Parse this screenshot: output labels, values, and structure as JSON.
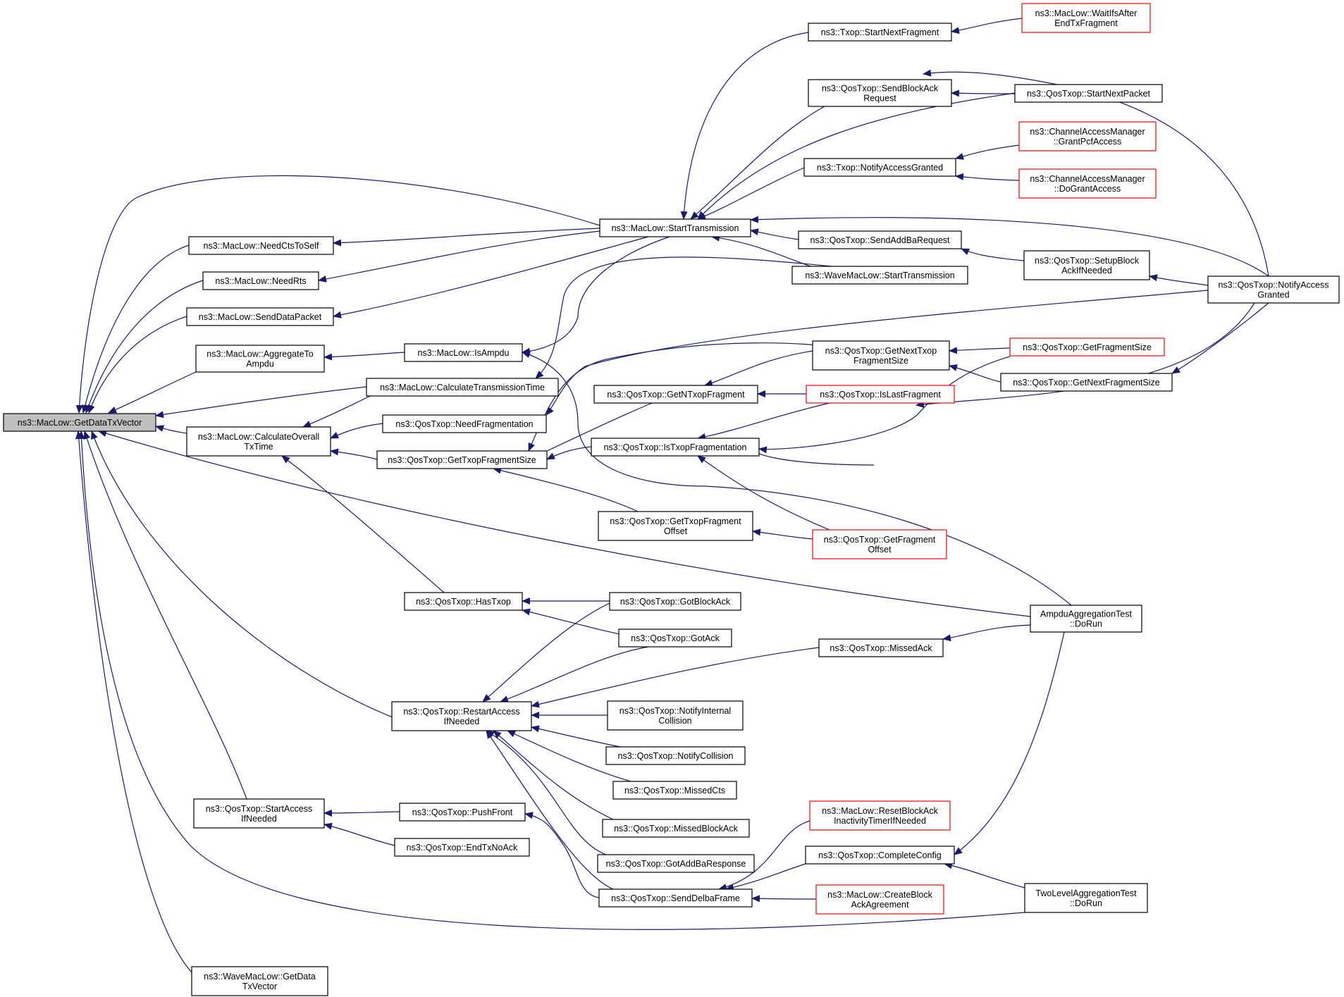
{
  "colors": {
    "edge": "#191970",
    "node_border": "#000000",
    "node_border_red": "#ff0000",
    "root_fill": "#bfbfbf",
    "node_fill": "#ffffff",
    "text": "#000000"
  },
  "nodes": [
    {
      "id": "n_root",
      "lines": [
        "ns3::MacLow::GetDataTxVector"
      ],
      "root": true
    },
    {
      "id": "n_needcts",
      "lines": [
        "ns3::MacLow::NeedCtsToSelf"
      ]
    },
    {
      "id": "n_needrts",
      "lines": [
        "ns3::MacLow::NeedRts"
      ]
    },
    {
      "id": "n_senddata",
      "lines": [
        "ns3::MacLow::SendDataPacket"
      ]
    },
    {
      "id": "n_aggregate",
      "lines": [
        "ns3::MacLow::AggregateTo",
        "Ampdu"
      ]
    },
    {
      "id": "n_calcoverall",
      "lines": [
        "ns3::MacLow::CalculateOverall",
        "TxTime"
      ]
    },
    {
      "id": "n_startaccess",
      "lines": [
        "ns3::QosTxop::StartAccess",
        "IfNeeded"
      ]
    },
    {
      "id": "n_wavegetdata",
      "lines": [
        "ns3::WaveMacLow::GetData",
        "TxVector"
      ]
    },
    {
      "id": "n_isampdu",
      "lines": [
        "ns3::MacLow::IsAmpdu"
      ]
    },
    {
      "id": "n_calctrans",
      "lines": [
        "ns3::MacLow::CalculateTransmissionTime"
      ]
    },
    {
      "id": "n_needfrag",
      "lines": [
        "ns3::QosTxop::NeedFragmentation"
      ]
    },
    {
      "id": "n_gettxopfragsize",
      "lines": [
        "ns3::QosTxop::GetTxopFragmentSize"
      ]
    },
    {
      "id": "n_hastxop",
      "lines": [
        "ns3::QosTxop::HasTxop"
      ]
    },
    {
      "id": "n_restart",
      "lines": [
        "ns3::QosTxop::RestartAccess",
        "IfNeeded"
      ]
    },
    {
      "id": "n_pushfront",
      "lines": [
        "ns3::QosTxop::PushFront"
      ]
    },
    {
      "id": "n_endtxnoack",
      "lines": [
        "ns3::QosTxop::EndTxNoAck"
      ]
    },
    {
      "id": "n_starttx",
      "lines": [
        "ns3::MacLow::StartTransmission"
      ]
    },
    {
      "id": "n_getntxopfrag",
      "lines": [
        "ns3::QosTxop::GetNTxopFragment"
      ]
    },
    {
      "id": "n_istxopfrag",
      "lines": [
        "ns3::QosTxop::IsTxopFragmentation"
      ]
    },
    {
      "id": "n_gettxopfragoffset",
      "lines": [
        "ns3::QosTxop::GetTxopFragment",
        "Offset"
      ]
    },
    {
      "id": "n_gotblockack",
      "lines": [
        "ns3::QosTxop::GotBlockAck"
      ]
    },
    {
      "id": "n_gotack",
      "lines": [
        "ns3::QosTxop::GotAck"
      ]
    },
    {
      "id": "n_notifyinternal",
      "lines": [
        "ns3::QosTxop::NotifyInternal",
        "Collision"
      ]
    },
    {
      "id": "n_notifycollision",
      "lines": [
        "ns3::QosTxop::NotifyCollision"
      ]
    },
    {
      "id": "n_missedcts",
      "lines": [
        "ns3::QosTxop::MissedCts"
      ]
    },
    {
      "id": "n_missedblockack",
      "lines": [
        "ns3::QosTxop::MissedBlockAck"
      ]
    },
    {
      "id": "n_gotaddba",
      "lines": [
        "ns3::QosTxop::GotAddBaResponse"
      ]
    },
    {
      "id": "n_senddelba",
      "lines": [
        "ns3::QosTxop::SendDelbaFrame"
      ]
    },
    {
      "id": "n_txopstartnextfrag",
      "lines": [
        "ns3::Txop::StartNextFragment"
      ]
    },
    {
      "id": "n_sendblockackreq",
      "lines": [
        "ns3::QosTxop::SendBlockAck",
        "Request"
      ]
    },
    {
      "id": "n_txopnotifyaccess",
      "lines": [
        "ns3::Txop::NotifyAccessGranted"
      ]
    },
    {
      "id": "n_sendaddba",
      "lines": [
        "ns3::QosTxop::SendAddBaRequest"
      ]
    },
    {
      "id": "n_wavestarttx",
      "lines": [
        "ns3::WaveMacLow::StartTransmission"
      ]
    },
    {
      "id": "n_getnexttxopfrag",
      "lines": [
        "ns3::QosTxop::GetNextTxop",
        "FragmentSize"
      ]
    },
    {
      "id": "n_islastfrag",
      "lines": [
        "ns3::QosTxop::IsLastFragment"
      ],
      "red": true
    },
    {
      "id": "n_getfragoffset",
      "lines": [
        "ns3::QosTxop::GetFragment",
        "Offset"
      ],
      "red": true
    },
    {
      "id": "n_missedack",
      "lines": [
        "ns3::QosTxop::MissedAck"
      ]
    },
    {
      "id": "n_resetblockack",
      "lines": [
        "ns3::MacLow::ResetBlockAck",
        "InactivityTimerIfNeeded"
      ],
      "red": true
    },
    {
      "id": "n_completeconfig",
      "lines": [
        "ns3::QosTxop::CompleteConfig"
      ]
    },
    {
      "id": "n_createblockack",
      "lines": [
        "ns3::MacLow::CreateBlock",
        "AckAgreement"
      ],
      "red": true
    },
    {
      "id": "n_waitifs",
      "lines": [
        "ns3::MacLow::WaitIfsAfter",
        "EndTxFragment"
      ],
      "red": true
    },
    {
      "id": "n_startnextpacket",
      "lines": [
        "ns3::QosTxop::StartNextPacket"
      ]
    },
    {
      "id": "n_grantpcf",
      "lines": [
        "ns3::ChannelAccessManager",
        "::GrantPcfAccess"
      ],
      "red": true
    },
    {
      "id": "n_dogrant",
      "lines": [
        "ns3::ChannelAccessManager",
        "::DoGrantAccess"
      ],
      "red": true
    },
    {
      "id": "n_setupblockack",
      "lines": [
        "ns3::QosTxop::SetupBlock",
        "AckIfNeeded"
      ]
    },
    {
      "id": "n_getfragsize",
      "lines": [
        "ns3::QosTxop::GetFragmentSize"
      ],
      "red": true
    },
    {
      "id": "n_getnextfragsize",
      "lines": [
        "ns3::QosTxop::GetNextFragmentSize"
      ]
    },
    {
      "id": "n_ampdutest",
      "lines": [
        "AmpduAggregationTest",
        "::DoRun"
      ]
    },
    {
      "id": "n_twoleveltest",
      "lines": [
        "TwoLevelAggregationTest",
        "::DoRun"
      ]
    },
    {
      "id": "n_qosnotifyaccess",
      "lines": [
        "ns3::QosTxop::NotifyAccess",
        "Granted"
      ]
    }
  ]
}
